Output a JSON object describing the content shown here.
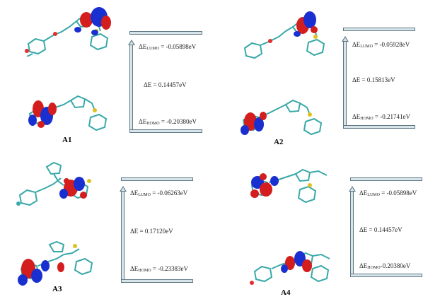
{
  "panels": [
    {
      "label": "A1",
      "lumo": {
        "prefix": "ΔE",
        "sub": "LUMO",
        "value": " = -0.05898eV"
      },
      "gap": {
        "text": "ΔE = 0.14457eV"
      },
      "homo": {
        "prefix": "ΔE",
        "sub": "HOMO",
        "value": " = -0.20380eV"
      }
    },
    {
      "label": "A2",
      "lumo": {
        "prefix": "ΔE",
        "sub": "LUMO",
        "value": " = -0.05928eV"
      },
      "gap": {
        "text": "ΔE = 0.15813eV"
      },
      "homo": {
        "prefix": "ΔE",
        "sub": "HOMO",
        "value": " = -0.21741eV"
      }
    },
    {
      "label": "A3",
      "lumo": {
        "prefix": "ΔE",
        "sub": "LUMO",
        "value": " = -0.06263eV"
      },
      "gap": {
        "text": "ΔE = 0.17120eV"
      },
      "homo": {
        "prefix": "ΔE",
        "sub": "HOMO",
        "value": " = -0.23383eV"
      }
    },
    {
      "label": "A4",
      "lumo": {
        "prefix": "ΔE",
        "sub": "LUMO",
        "value": " = -0.05898eV"
      },
      "gap": {
        "text": "ΔE = 0.14457eV"
      },
      "homo": {
        "prefix": "ΔE",
        "sub": "HOMO",
        "value": "-0.20380eV"
      }
    }
  ],
  "colors": {
    "positive_lobe": "#d41d1d",
    "negative_lobe": "#1a2fd0",
    "carbon": "#3aa8a8",
    "sulfur": "#e0c020",
    "oxygen": "#e03030",
    "arrow_fill": "#d7e4ea",
    "arrow_stroke": "#5f7884"
  }
}
